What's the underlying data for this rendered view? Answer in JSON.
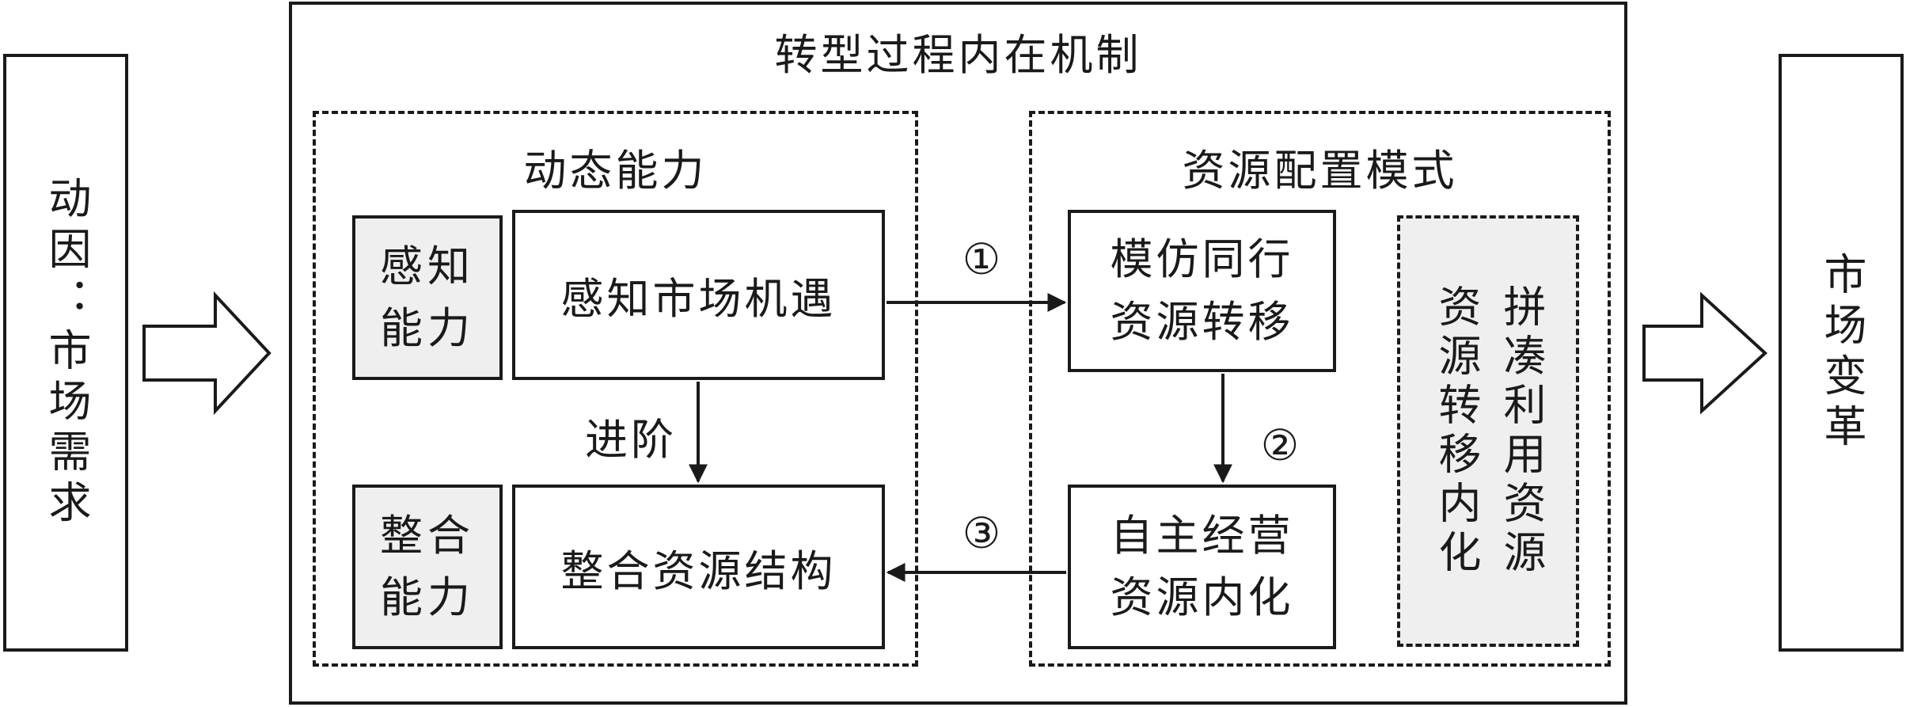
{
  "left_driver": {
    "label": "动因：市场需求"
  },
  "right_outcome": {
    "label": "市场变革"
  },
  "mechanism": {
    "title": "转型过程内在机制",
    "dynamic_capability": {
      "title": "动态能力",
      "sensing": {
        "label": "感知\n能力",
        "content": "感知市场机遇"
      },
      "step_label": "进阶",
      "integrating": {
        "label": "整合\n能力",
        "content": "整合资源结构"
      }
    },
    "resource_mode": {
      "title": "资源配置模式",
      "imitate": "模仿同行\n资源转移",
      "autonomous": "自主经营\n资源内化",
      "side_panel": {
        "col_right": "资源转移内化",
        "col_left": "拼凑利用资源"
      }
    },
    "arrows": {
      "one": "①",
      "two": "②",
      "three": "③"
    }
  }
}
